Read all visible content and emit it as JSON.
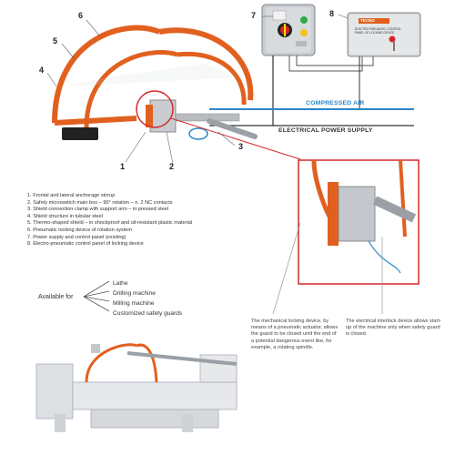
{
  "callouts": [
    "1",
    "2",
    "3",
    "4",
    "5",
    "6",
    "7",
    "8"
  ],
  "wires": {
    "compressed_air": "COMPRESSED AIR",
    "electrical": "ELECTRICAL POWER SUPPLY"
  },
  "legend": [
    "1. Frontal and lateral anchorage stirrup",
    "2. Safety microswitch main box – 90° rotation – n. 2 NC contacts",
    "3. Shield connection clamp with support arm – in pressed steel",
    "4. Shield structure in tubular steel",
    "5. Thermo-shaped shield – in shockproof and oil-resistant plastic material",
    "6. Pneumatic locking device of rotation system",
    "7. Power supply and control panel (existing)",
    "8. Electro-pneumatic control panel of locking device"
  ],
  "available_for": {
    "label": "Available for",
    "items": [
      "Lathe",
      "Drilling machine",
      "Milling machine",
      "Customized safety guards"
    ]
  },
  "captions": {
    "locking": "The mechanical locking device, by means of a pneumatic actuator, allows the guard to be closed until the end of a potential dangerous event like, for example, a rotating spindle.",
    "interlock": "The electrical interlock device allows start-up of the machine only when safety guard is closed."
  },
  "panel8": {
    "brand": "TECNO",
    "text": "ELECTRO PNEUMATIC CONTROL PANEL OF LOCKING DEVICE"
  },
  "colors": {
    "orange": "#e2601f",
    "air": "#2a86c8",
    "wire_red": "#d42a2a",
    "frame_grey": "#9aa0a6"
  }
}
